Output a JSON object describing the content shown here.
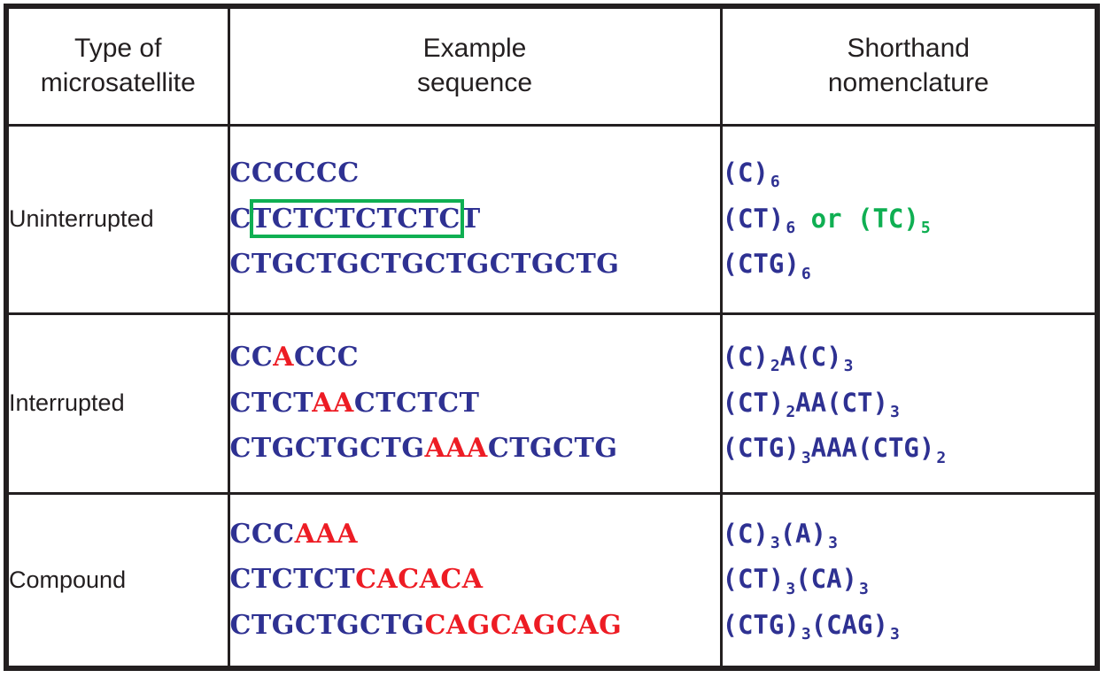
{
  "figure": {
    "kind": "microsatellite-nomenclature-table",
    "colors": {
      "sequence_blue": "#2E3192",
      "interruption_red": "#ED1C24",
      "highlight_green": "#0FAF52",
      "border_black": "#231F20",
      "background": "#FFFFFF"
    }
  },
  "table": {
    "headers": [
      {
        "line1": "Type of",
        "line2": "microsatellite"
      },
      {
        "line1": "Example",
        "line2": "sequence"
      },
      {
        "line1": "Shorthand",
        "line2": "nomenclature"
      }
    ],
    "rows": [
      {
        "type": "Uninterrupted",
        "examples": [
          {
            "text": "CCCCCC",
            "segments": [
              {
                "text": "CCCCCC",
                "color": "blue"
              }
            ],
            "highlight_box": null
          },
          {
            "text": "CTCTCTCTCTCT",
            "segments": [
              {
                "text": "CTCTCTCTCTCT",
                "color": "blue"
              }
            ],
            "highlight_box": {
              "start_index": 1,
              "end_index": 10,
              "boxed_text": "TCTCTCTCTC",
              "color": "#0FAF52"
            }
          },
          {
            "text": "CTGCTGCTGCTGCTGCTG",
            "segments": [
              {
                "text": "CTGCTGCTGCTGCTGCTG",
                "color": "blue"
              }
            ],
            "highlight_box": null
          }
        ],
        "shorthand": [
          {
            "parts": [
              {
                "text": "(C)",
                "color": "blue"
              },
              {
                "sub": "6",
                "color": "blue"
              }
            ]
          },
          {
            "parts": [
              {
                "text": "(CT)",
                "color": "blue"
              },
              {
                "sub": "6",
                "color": "blue"
              },
              {
                "text": " or ",
                "color": "green"
              },
              {
                "text": "(TC)",
                "color": "green"
              },
              {
                "sub": "5",
                "color": "green"
              }
            ]
          },
          {
            "parts": [
              {
                "text": "(CTG)",
                "color": "blue"
              },
              {
                "sub": "6",
                "color": "blue"
              }
            ]
          }
        ]
      },
      {
        "type": "Interrupted",
        "examples": [
          {
            "text": "CCACCC",
            "segments": [
              {
                "text": "CC",
                "color": "blue"
              },
              {
                "text": "A",
                "color": "red"
              },
              {
                "text": "CCC",
                "color": "blue"
              }
            ],
            "highlight_box": null
          },
          {
            "text": "CTCTAACTCTCT",
            "segments": [
              {
                "text": "CTCT",
                "color": "blue"
              },
              {
                "text": "AA",
                "color": "red"
              },
              {
                "text": "CTCTCT",
                "color": "blue"
              }
            ],
            "highlight_box": null
          },
          {
            "text": "CTGCTGCTGAAACTGCTG",
            "segments": [
              {
                "text": "CTGCTGCTG",
                "color": "blue"
              },
              {
                "text": "AAA",
                "color": "red"
              },
              {
                "text": "CTGCTG",
                "color": "blue"
              }
            ],
            "highlight_box": null
          }
        ],
        "shorthand": [
          {
            "parts": [
              {
                "text": "(C)",
                "color": "blue"
              },
              {
                "sub": "2",
                "color": "blue"
              },
              {
                "text": "A(C)",
                "color": "blue"
              },
              {
                "sub": "3",
                "color": "blue"
              }
            ]
          },
          {
            "parts": [
              {
                "text": "(CT)",
                "color": "blue"
              },
              {
                "sub": "2",
                "color": "blue"
              },
              {
                "text": "AA(CT)",
                "color": "blue"
              },
              {
                "sub": "3",
                "color": "blue"
              }
            ]
          },
          {
            "parts": [
              {
                "text": "(CTG)",
                "color": "blue"
              },
              {
                "sub": "3",
                "color": "blue"
              },
              {
                "text": "AAA(CTG)",
                "color": "blue"
              },
              {
                "sub": "2",
                "color": "blue"
              }
            ]
          }
        ]
      },
      {
        "type": "Compound",
        "examples": [
          {
            "text": "CCCAAA",
            "segments": [
              {
                "text": "CCC",
                "color": "blue"
              },
              {
                "text": "AAA",
                "color": "red"
              }
            ],
            "highlight_box": null
          },
          {
            "text": "CTCTCTCACACA",
            "segments": [
              {
                "text": "CTCTCT",
                "color": "blue"
              },
              {
                "text": "CACACA",
                "color": "red"
              }
            ],
            "highlight_box": null
          },
          {
            "text": "CTGCTGCTGCAGCAGCAG",
            "segments": [
              {
                "text": "CTGCTGCTG",
                "color": "blue"
              },
              {
                "text": "CAGCAGCAG",
                "color": "red"
              }
            ],
            "highlight_box": null
          }
        ],
        "shorthand": [
          {
            "parts": [
              {
                "text": "(C)",
                "color": "blue"
              },
              {
                "sub": "3",
                "color": "blue"
              },
              {
                "text": "(A)",
                "color": "blue"
              },
              {
                "sub": "3",
                "color": "blue"
              }
            ]
          },
          {
            "parts": [
              {
                "text": "(CT)",
                "color": "blue"
              },
              {
                "sub": "3",
                "color": "blue"
              },
              {
                "text": "(CA)",
                "color": "blue"
              },
              {
                "sub": "3",
                "color": "blue"
              }
            ]
          },
          {
            "parts": [
              {
                "text": "(CTG)",
                "color": "blue"
              },
              {
                "sub": "3",
                "color": "blue"
              },
              {
                "text": "(CAG)",
                "color": "blue"
              },
              {
                "sub": "3",
                "color": "blue"
              }
            ]
          }
        ]
      }
    ]
  }
}
